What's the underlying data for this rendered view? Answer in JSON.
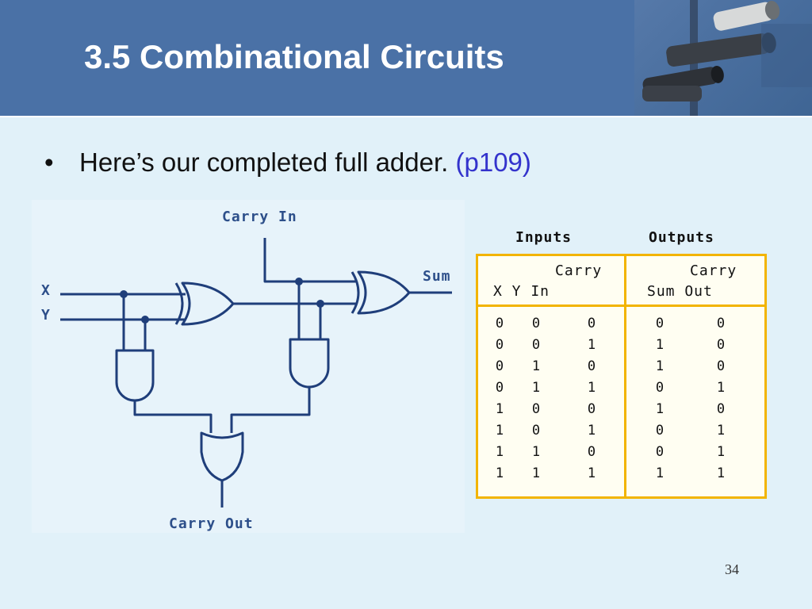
{
  "slide": {
    "title": "3.5 Combinational Circuits",
    "bullet_text": "Here’s our completed full adder.",
    "bullet_ref": "(p109)",
    "page_number": "34"
  },
  "circuit": {
    "carry_in_label": "Carry In",
    "carry_out_label": "Carry Out",
    "sum_label": "Sum",
    "x_label": "X",
    "y_label": "Y"
  },
  "truth_table": {
    "inputs_heading": "Inputs",
    "outputs_heading": "Outputs",
    "input_headers": {
      "carry_top": "Carry",
      "bottom": "X   Y    In"
    },
    "output_headers": {
      "carry_top": "Carry",
      "bottom": "Sum  Out"
    },
    "rows": [
      [
        "0",
        "0",
        "0",
        "0",
        "0"
      ],
      [
        "0",
        "0",
        "1",
        "1",
        "0"
      ],
      [
        "0",
        "1",
        "0",
        "1",
        "0"
      ],
      [
        "0",
        "1",
        "1",
        "0",
        "1"
      ],
      [
        "1",
        "0",
        "0",
        "1",
        "0"
      ],
      [
        "1",
        "0",
        "1",
        "0",
        "1"
      ],
      [
        "1",
        "1",
        "0",
        "0",
        "1"
      ],
      [
        "1",
        "1",
        "1",
        "1",
        "1"
      ]
    ]
  },
  "colors": {
    "header_blue": "#4a71a6",
    "background": "#e1f1f9",
    "table_border": "#f2b400",
    "label_blue": "#2d4f8a",
    "reference": "#3333cc"
  }
}
